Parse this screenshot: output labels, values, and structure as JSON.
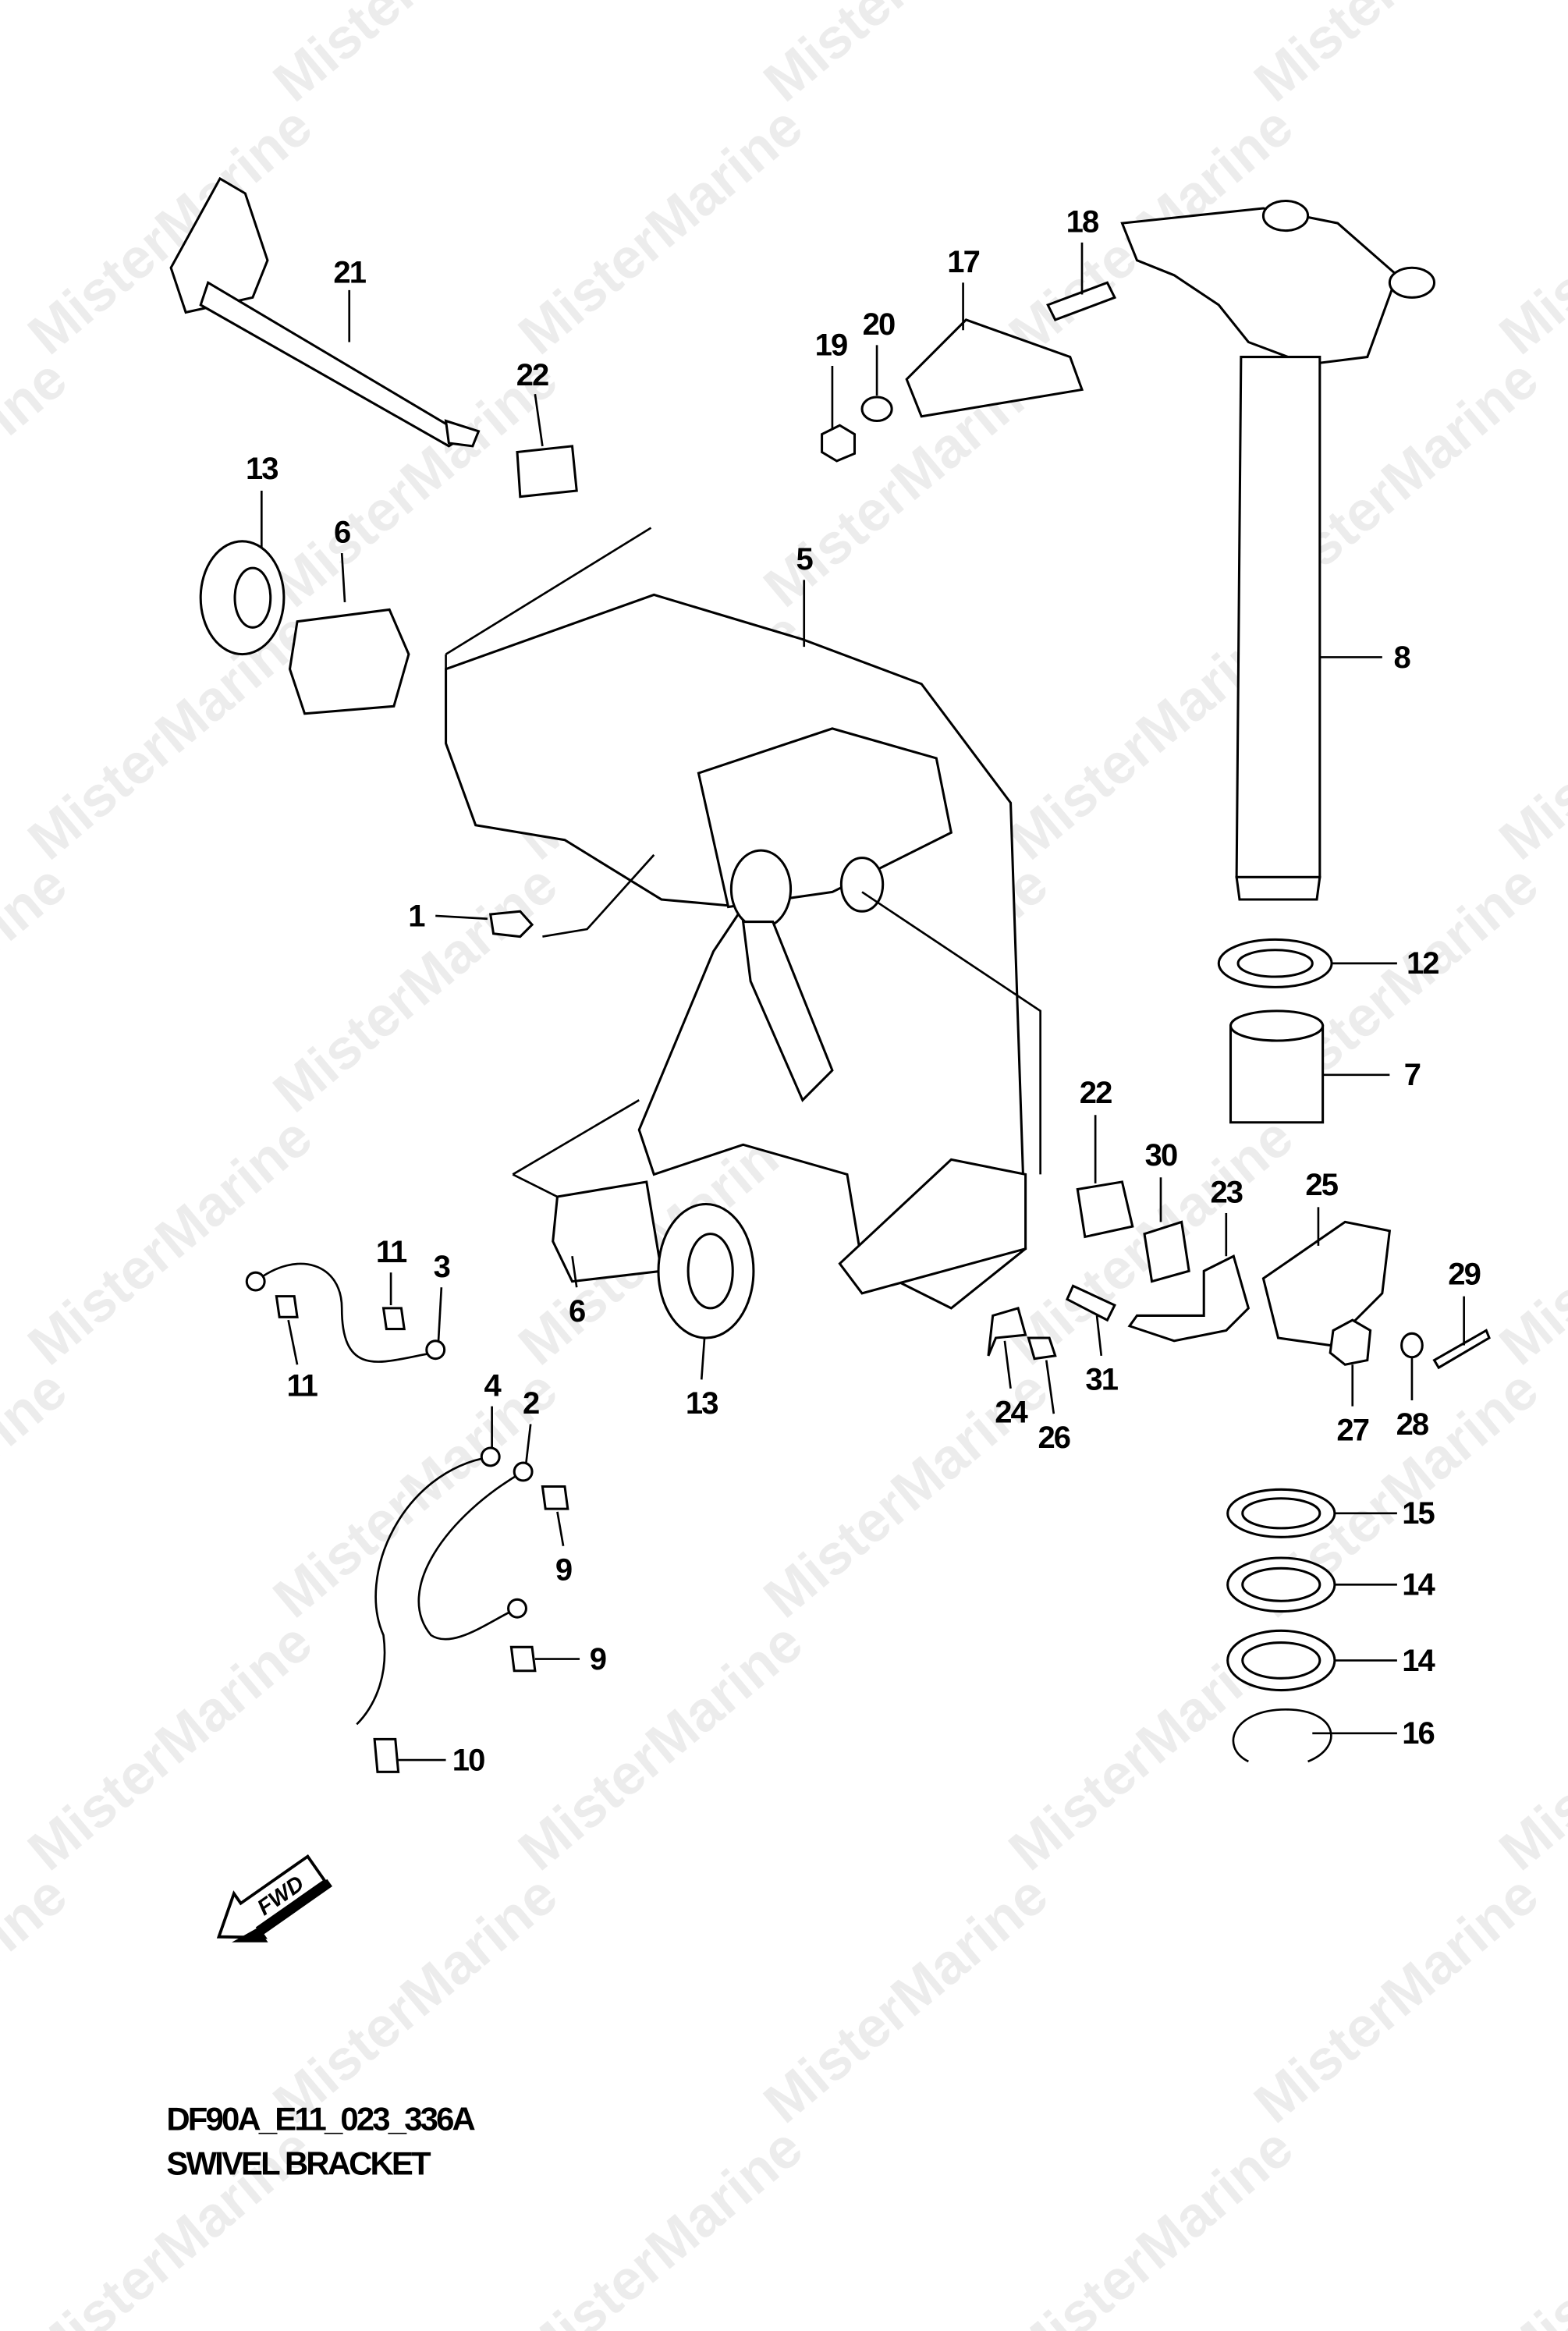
{
  "watermark": "MisterMarine",
  "diagram": {
    "code": "DF90A_E11_023_336A",
    "title": "SWIVEL BRACKET",
    "direction_badge": "FWD"
  },
  "callouts": [
    "21",
    "22",
    "13",
    "6",
    "5",
    "19",
    "20",
    "17",
    "18",
    "8",
    "1",
    "12",
    "7",
    "22",
    "30",
    "23",
    "25",
    "29",
    "11",
    "3",
    "11",
    "6",
    "13",
    "31",
    "24",
    "26",
    "27",
    "28",
    "4",
    "2",
    "15",
    "14",
    "14",
    "9",
    "9",
    "16",
    "10"
  ]
}
